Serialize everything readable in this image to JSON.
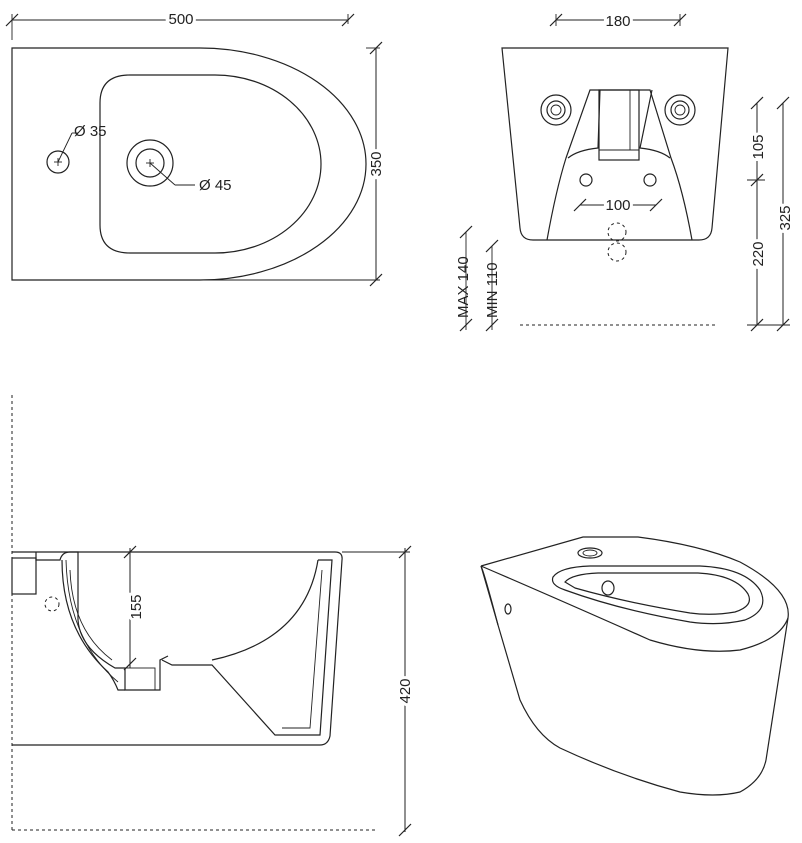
{
  "top_view": {
    "width_label": "500",
    "depth_label": "350",
    "tap_hole_label": "Ø 35",
    "drain_label": "Ø 45"
  },
  "rear_view": {
    "bracket_spacing_label": "180",
    "bolt_spacing_label": "100",
    "upper_height_label": "105",
    "lower_height_label": "220",
    "total_height_label": "325",
    "max_label": "MAX 140",
    "min_label": "MIN 110"
  },
  "side_view": {
    "bowl_depth_label": "155",
    "height_label": "420"
  }
}
